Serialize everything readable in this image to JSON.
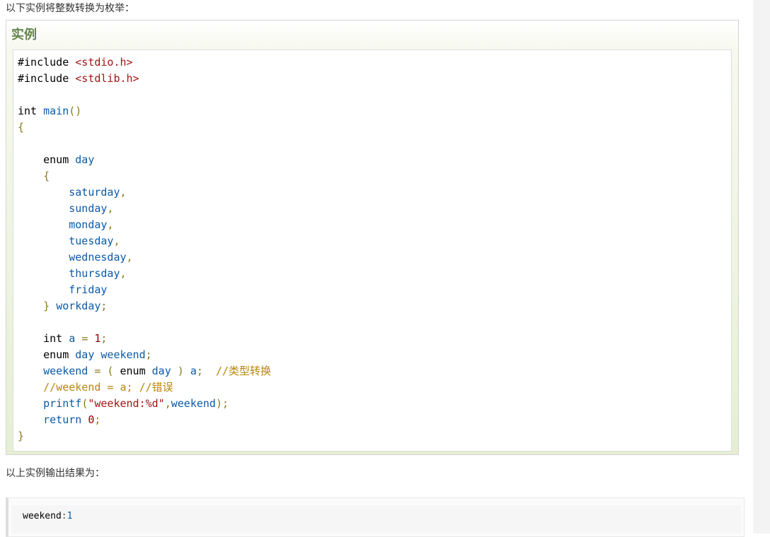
{
  "intro": "以下实例将整数转换为枚举：",
  "example_title": "实例",
  "code": [
    [
      [
        "kw",
        "#include "
      ],
      [
        "str",
        "<stdio.h>"
      ]
    ],
    [
      [
        "kw",
        "#include "
      ],
      [
        "str",
        "<stdlib.h>"
      ]
    ],
    [],
    [
      [
        "kw",
        "int "
      ],
      [
        "id",
        "main"
      ],
      [
        "pun",
        "()"
      ]
    ],
    [
      [
        "pun",
        "{"
      ]
    ],
    [],
    [
      [
        "kw",
        "    enum "
      ],
      [
        "id",
        "day"
      ]
    ],
    [
      [
        "pun",
        "    {"
      ]
    ],
    [
      [
        "id",
        "        saturday"
      ],
      [
        "pun",
        ","
      ]
    ],
    [
      [
        "id",
        "        sunday"
      ],
      [
        "pun",
        ","
      ]
    ],
    [
      [
        "id",
        "        monday"
      ],
      [
        "pun",
        ","
      ]
    ],
    [
      [
        "id",
        "        tuesday"
      ],
      [
        "pun",
        ","
      ]
    ],
    [
      [
        "id",
        "        wednesday"
      ],
      [
        "pun",
        ","
      ]
    ],
    [
      [
        "id",
        "        thursday"
      ],
      [
        "pun",
        ","
      ]
    ],
    [
      [
        "id",
        "        friday"
      ]
    ],
    [
      [
        "pun",
        "    } "
      ],
      [
        "id",
        "workday"
      ],
      [
        "pun",
        ";"
      ]
    ],
    [],
    [
      [
        "kw",
        "    int "
      ],
      [
        "id",
        "a "
      ],
      [
        "pun",
        "= "
      ],
      [
        "num",
        "1"
      ],
      [
        "pun",
        ";"
      ]
    ],
    [
      [
        "kw",
        "    enum "
      ],
      [
        "id",
        "day weekend"
      ],
      [
        "pun",
        ";"
      ]
    ],
    [
      [
        "id",
        "    weekend "
      ],
      [
        "pun",
        "= ( "
      ],
      [
        "kw",
        "enum "
      ],
      [
        "id",
        "day "
      ],
      [
        "pun",
        ") "
      ],
      [
        "id",
        "a"
      ],
      [
        "pun",
        ";  "
      ],
      [
        "cmt",
        "//类型转换"
      ]
    ],
    [
      [
        "cmt",
        "    //weekend = a; //错误"
      ]
    ],
    [
      [
        "id",
        "    printf"
      ],
      [
        "pun",
        "("
      ],
      [
        "str",
        "\"weekend:%d\""
      ],
      [
        "pun",
        ","
      ],
      [
        "id",
        "weekend"
      ],
      [
        "pun",
        ");"
      ]
    ],
    [
      [
        "id",
        "    return "
      ],
      [
        "num",
        "0"
      ],
      [
        "pun",
        ";"
      ]
    ],
    [
      [
        "pun",
        "}"
      ]
    ]
  ],
  "outro": "以上实例输出结果为：",
  "output": {
    "key": "weekend",
    "separator": ":",
    "value": "1"
  }
}
